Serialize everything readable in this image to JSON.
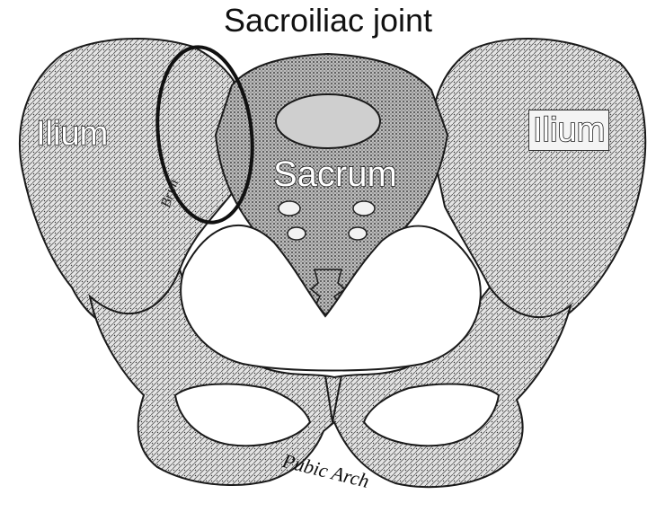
{
  "title": "Sacroiliac joint",
  "labels": {
    "ilium_left": "Ilium",
    "ilium_right": "Ilium",
    "sacrum": "Sacrum",
    "brim": "Brim",
    "pubic_arch": "Pubic Arch"
  },
  "colors": {
    "bone_fill": "#d9d9d9",
    "bone_stroke": "#1a1a1a",
    "background": "#ffffff",
    "highlight": "#111111"
  }
}
